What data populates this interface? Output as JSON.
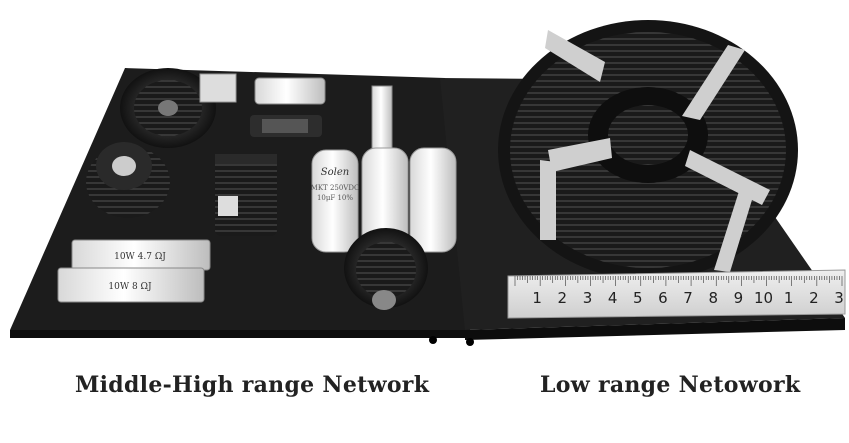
{
  "photo": {
    "resistor_labels": [
      "10W 4.7 ΩJ",
      "10W 8 ΩJ"
    ],
    "capacitor_brand": "Solen",
    "capacitor_label_lines": [
      "MKT 250VDC",
      "10μF 10%"
    ],
    "ruler_numbers": [
      "1",
      "2",
      "3",
      "4",
      "5",
      "6",
      "7",
      "8",
      "9",
      "10",
      "1",
      "2",
      "3"
    ]
  },
  "captions": {
    "left": "Middle-High range Network",
    "right": "Low range Netowork"
  }
}
